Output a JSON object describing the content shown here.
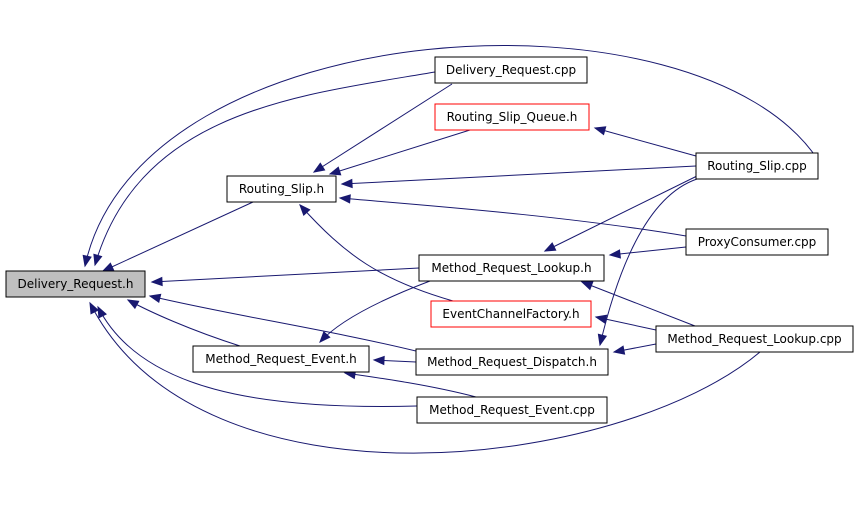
{
  "diagram": {
    "nodes": [
      {
        "id": "delivery_request_h",
        "label": "Delivery_Request.h",
        "focus": true
      },
      {
        "id": "delivery_request_cpp",
        "label": "Delivery_Request.cpp"
      },
      {
        "id": "routing_slip_queue_h",
        "label": "Routing_Slip_Queue.h",
        "style": "red"
      },
      {
        "id": "routing_slip_h",
        "label": "Routing_Slip.h"
      },
      {
        "id": "routing_slip_cpp",
        "label": "Routing_Slip.cpp"
      },
      {
        "id": "proxyconsumer_cpp",
        "label": "ProxyConsumer.cpp"
      },
      {
        "id": "method_request_lookup_h",
        "label": "Method_Request_Lookup.h"
      },
      {
        "id": "eventchannelfactory_h",
        "label": "EventChannelFactory.h",
        "style": "red"
      },
      {
        "id": "method_request_lookup_cpp",
        "label": "Method_Request_Lookup.cpp"
      },
      {
        "id": "method_request_event_h",
        "label": "Method_Request_Event.h"
      },
      {
        "id": "method_request_dispatch_h",
        "label": "Method_Request_Dispatch.h"
      },
      {
        "id": "method_request_event_cpp",
        "label": "Method_Request_Event.cpp"
      }
    ],
    "edges": [
      {
        "from": "delivery_request_cpp",
        "to": "delivery_request_h"
      },
      {
        "from": "delivery_request_cpp",
        "to": "routing_slip_h"
      },
      {
        "from": "routing_slip_queue_h",
        "to": "routing_slip_h"
      },
      {
        "from": "routing_slip_cpp",
        "to": "routing_slip_queue_h"
      },
      {
        "from": "routing_slip_cpp",
        "to": "routing_slip_h"
      },
      {
        "from": "routing_slip_cpp",
        "to": "delivery_request_h"
      },
      {
        "from": "routing_slip_cpp",
        "to": "method_request_lookup_h"
      },
      {
        "from": "routing_slip_cpp",
        "to": "method_request_dispatch_h"
      },
      {
        "from": "proxyconsumer_cpp",
        "to": "routing_slip_h"
      },
      {
        "from": "proxyconsumer_cpp",
        "to": "method_request_lookup_h"
      },
      {
        "from": "routing_slip_h",
        "to": "delivery_request_h"
      },
      {
        "from": "eventchannelfactory_h",
        "to": "routing_slip_h"
      },
      {
        "from": "method_request_lookup_h",
        "to": "delivery_request_h"
      },
      {
        "from": "method_request_lookup_h",
        "to": "method_request_event_h"
      },
      {
        "from": "method_request_lookup_cpp",
        "to": "method_request_lookup_h"
      },
      {
        "from": "method_request_lookup_cpp",
        "to": "eventchannelfactory_h"
      },
      {
        "from": "method_request_lookup_cpp",
        "to": "method_request_dispatch_h"
      },
      {
        "from": "method_request_lookup_cpp",
        "to": "delivery_request_h"
      },
      {
        "from": "method_request_event_h",
        "to": "delivery_request_h"
      },
      {
        "from": "method_request_dispatch_h",
        "to": "method_request_event_h"
      },
      {
        "from": "method_request_dispatch_h",
        "to": "delivery_request_h"
      },
      {
        "from": "method_request_event_cpp",
        "to": "method_request_event_h"
      },
      {
        "from": "method_request_event_cpp",
        "to": "delivery_request_h"
      }
    ],
    "colors": {
      "edge": "#191970",
      "red_border": "#ff0000",
      "focus_fill": "#bfbfbf"
    }
  }
}
